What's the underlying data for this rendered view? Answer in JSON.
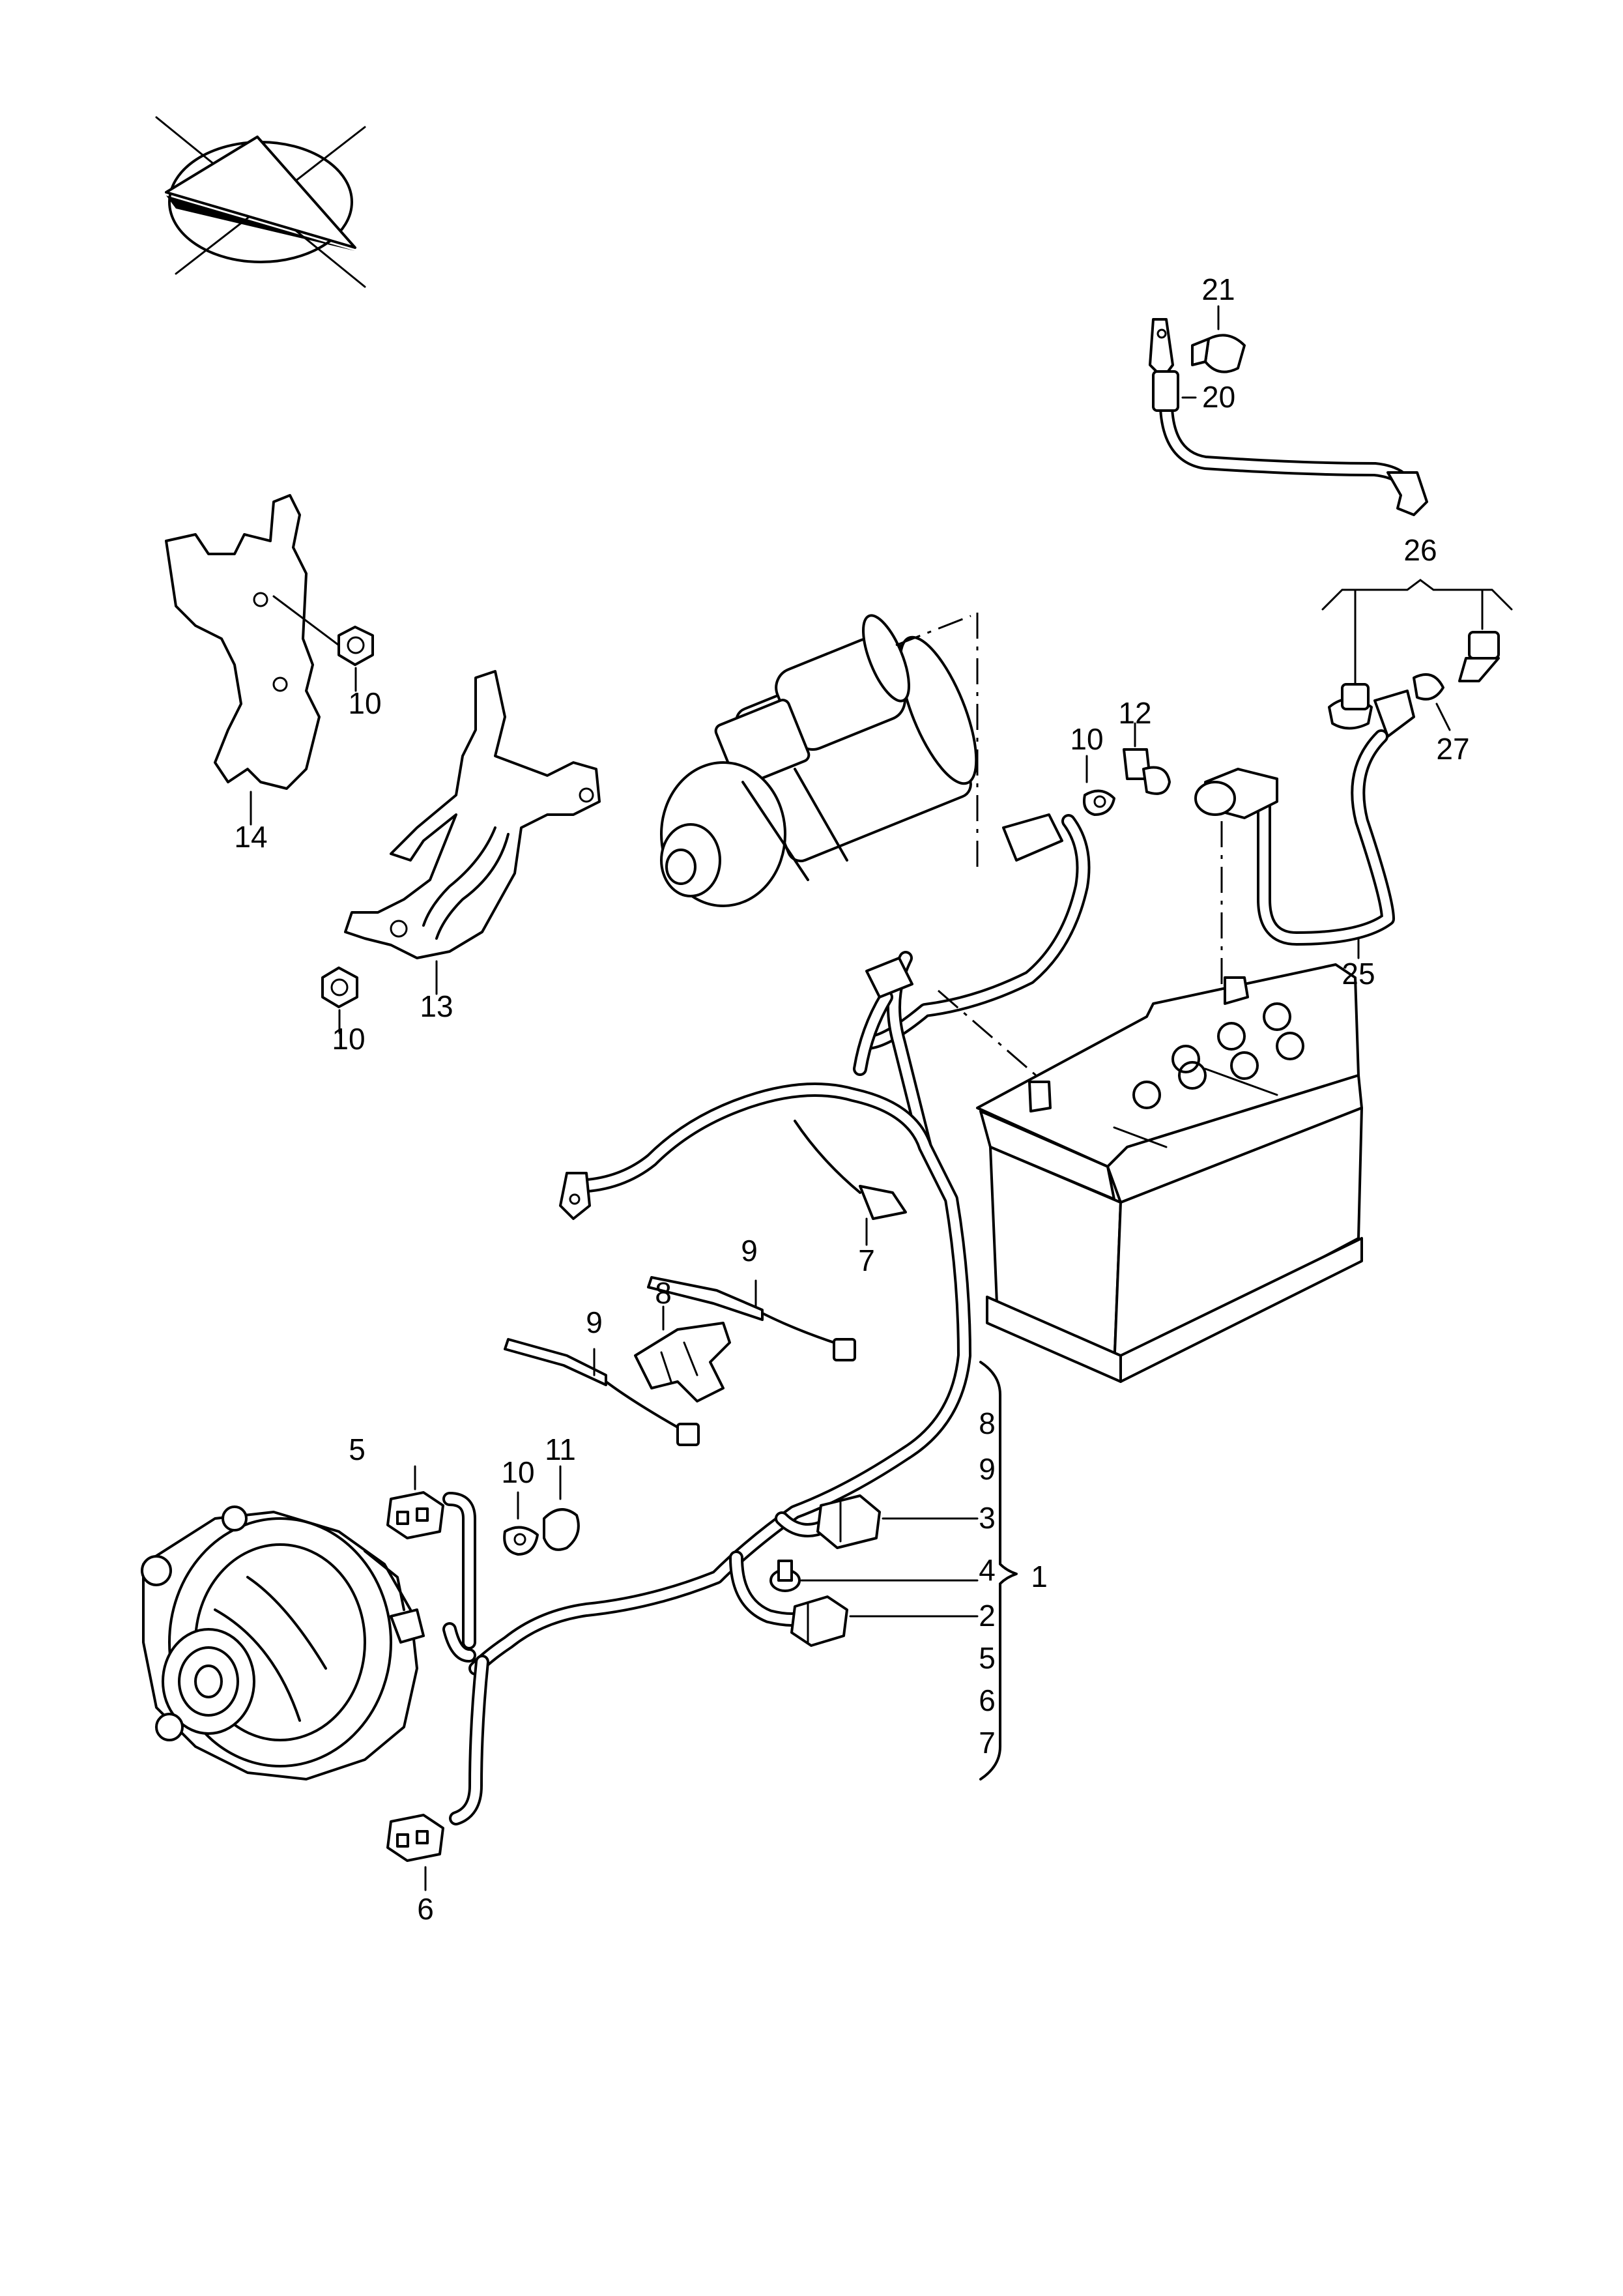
{
  "diagram": {
    "callouts": {
      "c21": "21",
      "c20": "20",
      "c26": "26",
      "c27": "27",
      "c25": "25",
      "c12": "12",
      "c10a": "10",
      "c10b": "10",
      "c10c": "10",
      "c10d": "10",
      "c14": "14",
      "c13": "13",
      "c7": "7",
      "c9a": "9",
      "c9b": "9",
      "c8": "8",
      "c11": "11",
      "c5": "5",
      "c6": "6"
    },
    "legend_group": {
      "items": [
        "8",
        "9",
        "3",
        "4",
        "2",
        "5",
        "6",
        "7"
      ],
      "group_label": "1"
    }
  }
}
